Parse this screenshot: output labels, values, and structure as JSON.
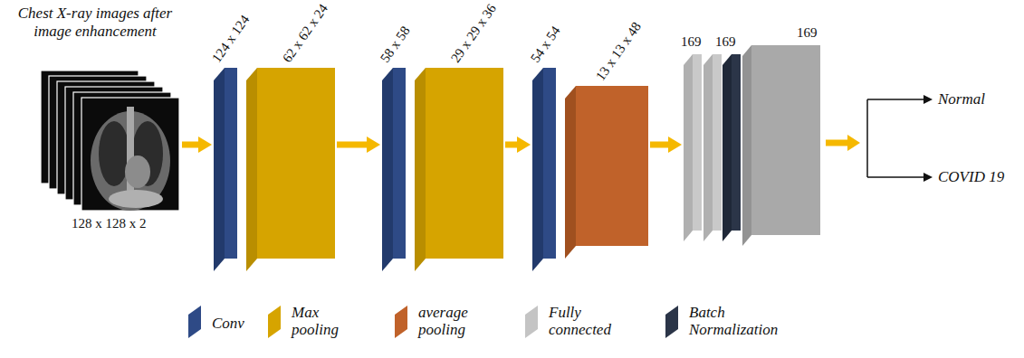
{
  "diagram": {
    "nodes": [
      {
        "text": [
          "Chest X-ray images after image enhancement",
          "128 x 128 x 2"
        ]
      },
      {
        "text": [
          "124 x 124"
        ]
      },
      {
        "text": [
          "62 x 62 x 24"
        ]
      },
      {
        "text": [
          "58 x 58"
        ]
      },
      {
        "text": [
          "29 x 29 x 36"
        ]
      },
      {
        "text": [
          "54 x 54"
        ]
      },
      {
        "text": [
          "13 x 13 x 48"
        ]
      },
      {
        "text": [
          "169"
        ]
      },
      {
        "text": [
          "169"
        ]
      },
      {
        "text": [
          "169"
        ]
      }
    ],
    "edges": [
      {
        "from": 0,
        "to": 1,
        "arrow": "to"
      },
      {
        "from": 2,
        "to": 3,
        "arrow": "to"
      },
      {
        "from": 4,
        "to": 5,
        "arrow": "to"
      },
      {
        "from": 6,
        "to": 7,
        "arrow": "to"
      }
    ],
    "labels": [
      "Normal",
      "COVID 19"
    ],
    "legend": [
      {
        "text": "Conv",
        "color": "#2e4a86"
      },
      {
        "text": "Max pooling",
        "color": "#d6a400"
      },
      {
        "text": "average pooling",
        "color": "#c0622a"
      },
      {
        "text": "Fully connected",
        "color": "#c4c4c4"
      },
      {
        "text": "Batch Normalization",
        "color": "#2b3548"
      }
    ]
  }
}
